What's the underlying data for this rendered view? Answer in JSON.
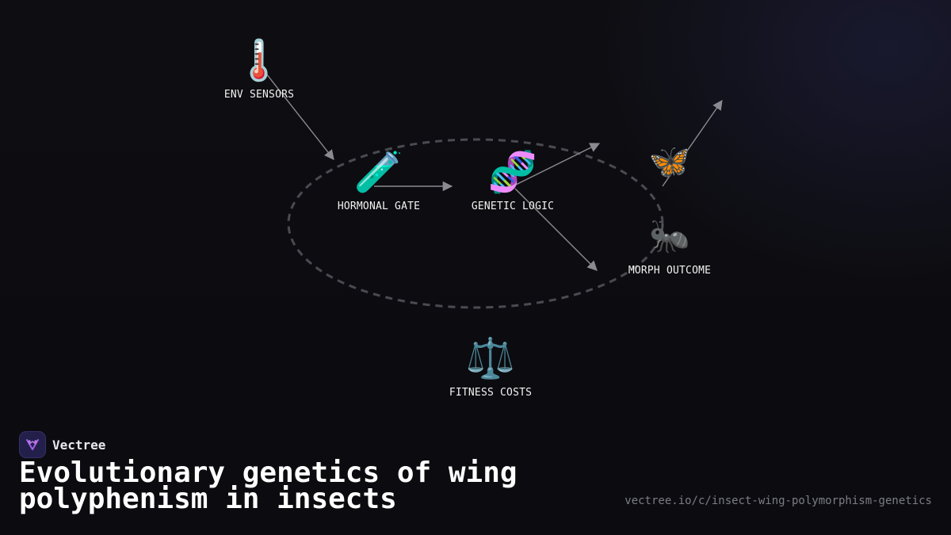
{
  "diagram": {
    "nodes": [
      {
        "id": "env",
        "icon": "thermometer-icon",
        "glyph": "🌡️",
        "label": "ENV SENSORS"
      },
      {
        "id": "hormonal",
        "icon": "test-tube-icon",
        "glyph": "🧪",
        "label": "HORMONAL GATE"
      },
      {
        "id": "genetic",
        "icon": "dna-icon",
        "glyph": "🧬",
        "label": "GENETIC LOGIC"
      },
      {
        "id": "winged",
        "icon": "butterfly-icon",
        "glyph": "🦋",
        "label": ""
      },
      {
        "id": "morph",
        "icon": "ant-icon",
        "glyph": "🐜",
        "label": "MORPH OUTCOME"
      },
      {
        "id": "fitness",
        "icon": "balance-scale-icon",
        "glyph": "⚖️",
        "label": "FITNESS COSTS"
      }
    ],
    "colors": {
      "background": "#0e0e12",
      "arrow": "#8a8a90",
      "loop": "#4a4a52",
      "label": "#f2f2f2"
    }
  },
  "branding": {
    "name": "Vectree",
    "logo_icon": "vectree-logo-icon",
    "logo_color": "#a45ee8"
  },
  "title": "Evolutionary genetics of wing polyphenism in insects",
  "url": "vectree.io/c/insect-wing-polymorphism-genetics"
}
